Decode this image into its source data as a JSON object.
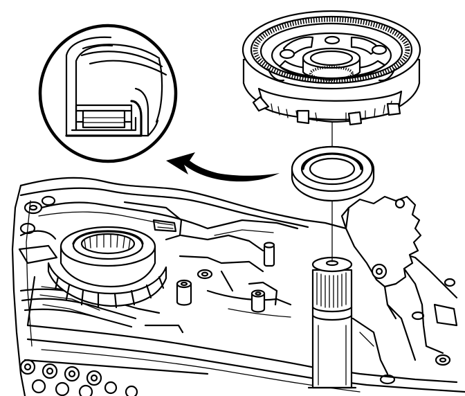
{
  "diagram": {
    "background": "#ffffff",
    "ink": "#000000",
    "components": [
      {
        "name": "ring-gear"
      },
      {
        "name": "thrust-bearing"
      },
      {
        "name": "detail-magnifier"
      },
      {
        "name": "direction-arrow"
      },
      {
        "name": "output-shaft"
      },
      {
        "name": "transmission-case"
      },
      {
        "name": "bearing-race"
      },
      {
        "name": "detent-lever"
      }
    ]
  }
}
